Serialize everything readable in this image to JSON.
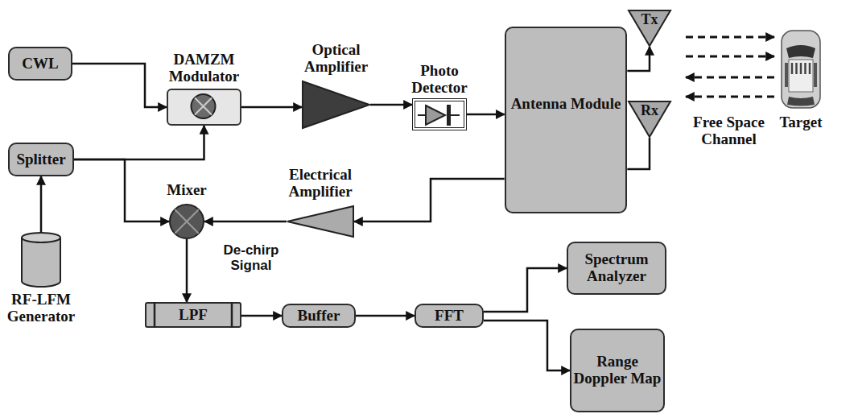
{
  "diagram": {
    "nodes": [
      {
        "text": [
          "CWL"
        ]
      },
      {
        "text": [
          "DAMZM Modulator"
        ]
      },
      {
        "text": [
          "Optical Amplifier"
        ]
      },
      {
        "text": [
          "Photo Detector"
        ]
      },
      {
        "text": [
          "Antenna Module"
        ]
      },
      {
        "text": [
          "Tx"
        ]
      },
      {
        "text": [
          "Target"
        ]
      },
      {
        "text": [
          "Splitter"
        ]
      },
      {
        "text": [
          "Mixer"
        ]
      },
      {
        "text": [
          "Electrical Amplifier"
        ]
      },
      {
        "text": [
          "Rx"
        ]
      },
      {
        "text": [
          "RF-LFM Generator"
        ]
      },
      {
        "text": [
          "LPF"
        ]
      },
      {
        "text": [
          "Buffer"
        ]
      },
      {
        "text": [
          "FFT"
        ]
      },
      {
        "text": [
          "Spectrum Analyzer"
        ]
      },
      {
        "text": [
          "Range Doppler Map"
        ]
      }
    ],
    "edges": [
      {
        "from": 0,
        "to": 1,
        "arrow": "to"
      },
      {
        "from": 7,
        "to": 1,
        "arrow": "to"
      },
      {
        "from": 1,
        "to": 2,
        "arrow": "to"
      },
      {
        "from": 2,
        "to": 3,
        "arrow": "to"
      },
      {
        "from": 3,
        "to": 4,
        "arrow": "to"
      },
      {
        "from": 4,
        "to": 5,
        "arrow": "to"
      },
      {
        "from": 10,
        "to": 4,
        "arrow": "none"
      },
      {
        "from": 4,
        "to": 9,
        "arrow": "to"
      },
      {
        "from": 9,
        "to": 8,
        "arrow": "to"
      },
      {
        "from": 7,
        "to": 8,
        "arrow": "to"
      },
      {
        "from": 11,
        "to": 7,
        "arrow": "to"
      },
      {
        "from": 8,
        "to": 12,
        "arrow": "to"
      },
      {
        "from": 12,
        "to": 13,
        "arrow": "to"
      },
      {
        "from": 13,
        "to": 14,
        "arrow": "to"
      },
      {
        "from": 14,
        "to": 15,
        "arrow": "to"
      },
      {
        "from": 14,
        "to": 16,
        "arrow": "to"
      }
    ],
    "labels": [
      "Free Space Channel",
      "De-chirp Signal"
    ]
  }
}
